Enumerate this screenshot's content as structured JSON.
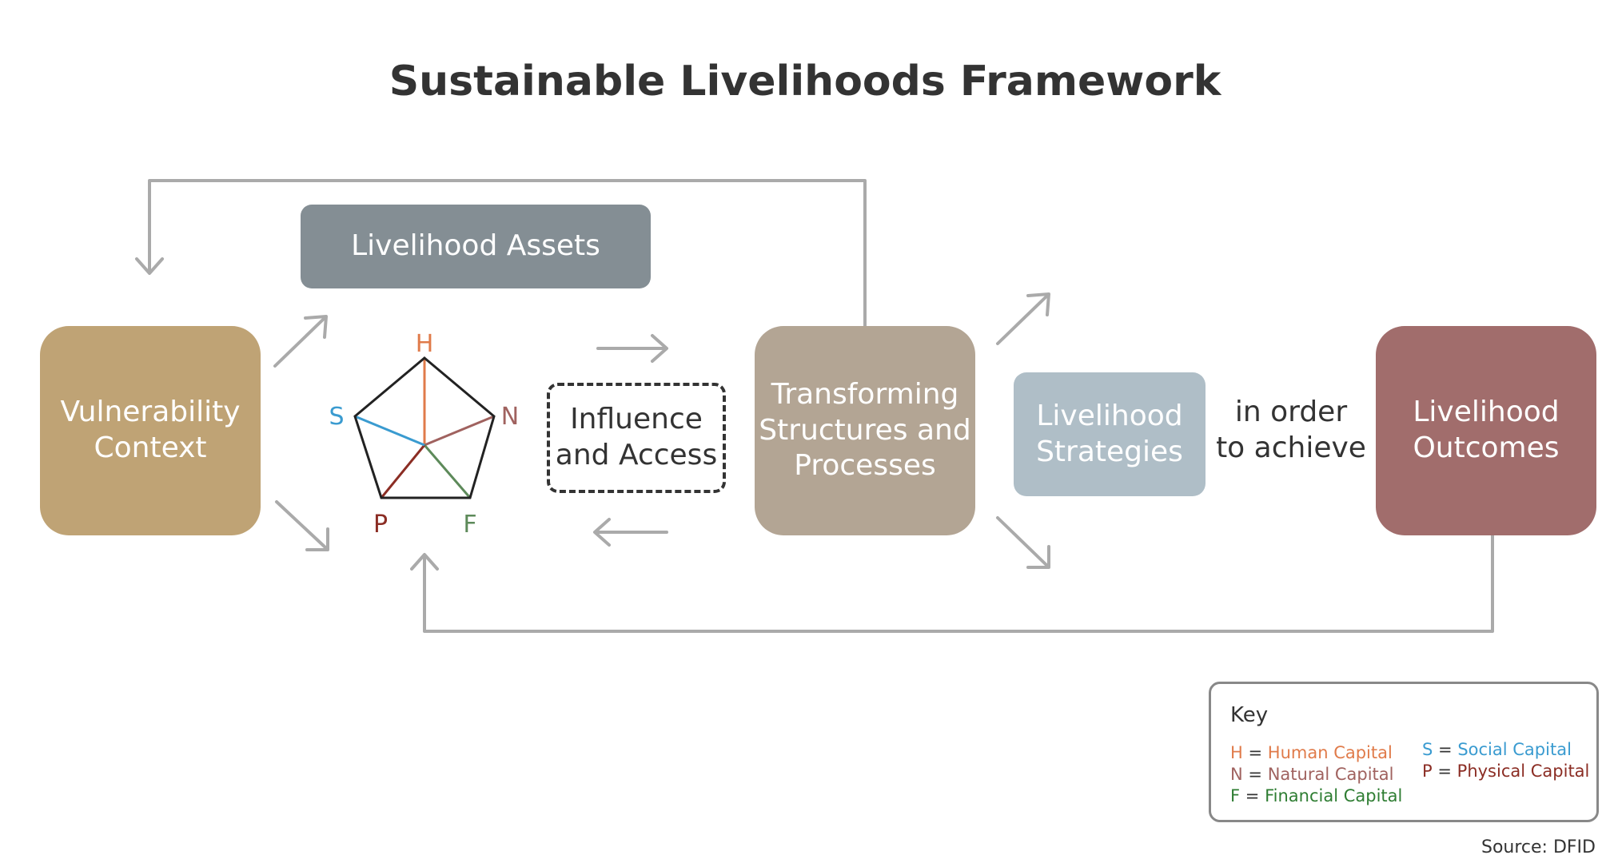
{
  "title": "Sustainable Livelihoods Framework",
  "nodes": {
    "livelihood_assets": "Livelihood Assets",
    "vulnerability_context": [
      "Vulnerability",
      "Context"
    ],
    "influence_access": [
      "Influence",
      "and Access"
    ],
    "transforming": [
      "Transforming",
      "Structures and",
      "Processes"
    ],
    "strategies": [
      "Livelihood",
      "Strategies"
    ],
    "in_order": [
      "in order",
      "to achieve"
    ],
    "outcomes": [
      "Livelihood",
      "Outcomes"
    ]
  },
  "pentagon": {
    "H": "H",
    "N": "N",
    "F": "F",
    "P": "P",
    "S": "S"
  },
  "colors": {
    "human": "#e07b4a",
    "natural": "#a0625f",
    "financial": "#5d8a5a",
    "physical": "#8b2d24",
    "social": "#3a9bd0",
    "financial_text": "#2e7d32",
    "arrow": "#aaaaaa"
  },
  "key": {
    "title": "Key",
    "items": [
      {
        "letter": "H",
        "eq": "=",
        "label": "Human Capital"
      },
      {
        "letter": "N",
        "eq": "=",
        "label": "Natural Capital"
      },
      {
        "letter": "F",
        "eq": "=",
        "label": "Financial Capital"
      },
      {
        "letter": "S",
        "eq": "=",
        "label": "Social Capital"
      },
      {
        "letter": "P",
        "eq": "=",
        "label": "Physical Capital"
      }
    ]
  },
  "source": "Source: DFID"
}
